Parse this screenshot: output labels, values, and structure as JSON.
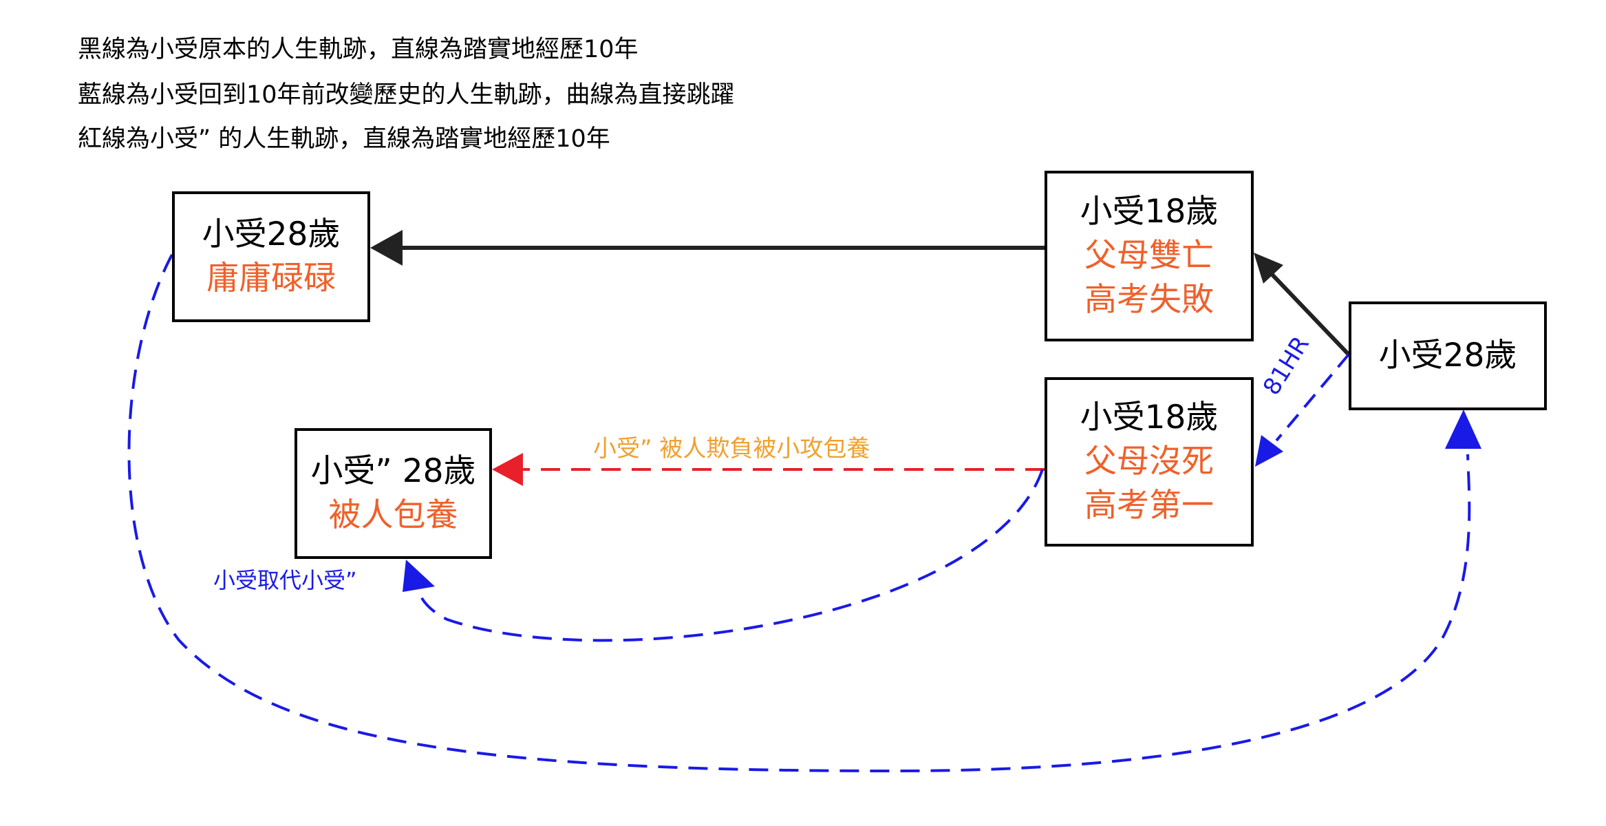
{
  "legend": {
    "line1": "黑線為小受原本的人生軌跡，直線為踏實地經歷10年",
    "line2": "藍線為小受回到10年前改變歷史的人生軌跡，曲線為直接跳躍",
    "line3": "紅線為小受” 的人生軌跡，直線為踏實地經歷10年"
  },
  "nodes": {
    "top_left": {
      "line1": "小受28歲",
      "line2": "庸庸碌碌"
    },
    "top_right": {
      "line1": "小受18歲",
      "line2": "父母雙亡",
      "line3": "高考失敗"
    },
    "far_right": {
      "line1": "小受28歲"
    },
    "mid_right": {
      "line1": "小受18歲",
      "line2": "父母沒死",
      "line3": "高考第一"
    },
    "mid_left": {
      "line1": "小受” 28歲",
      "line2": "被人包養"
    }
  },
  "edge_labels": {
    "red_edge": "小受” 被人欺負被小攻包養",
    "blue_curve": "小受取代小受”",
    "blue_diag": "81HR"
  },
  "colors": {
    "black_line": "#222222",
    "blue_line": "#1a1ae6",
    "red_arrow": "#e8202a",
    "orange_text": "#f0a030",
    "node_sub_text": "#f0602a"
  }
}
